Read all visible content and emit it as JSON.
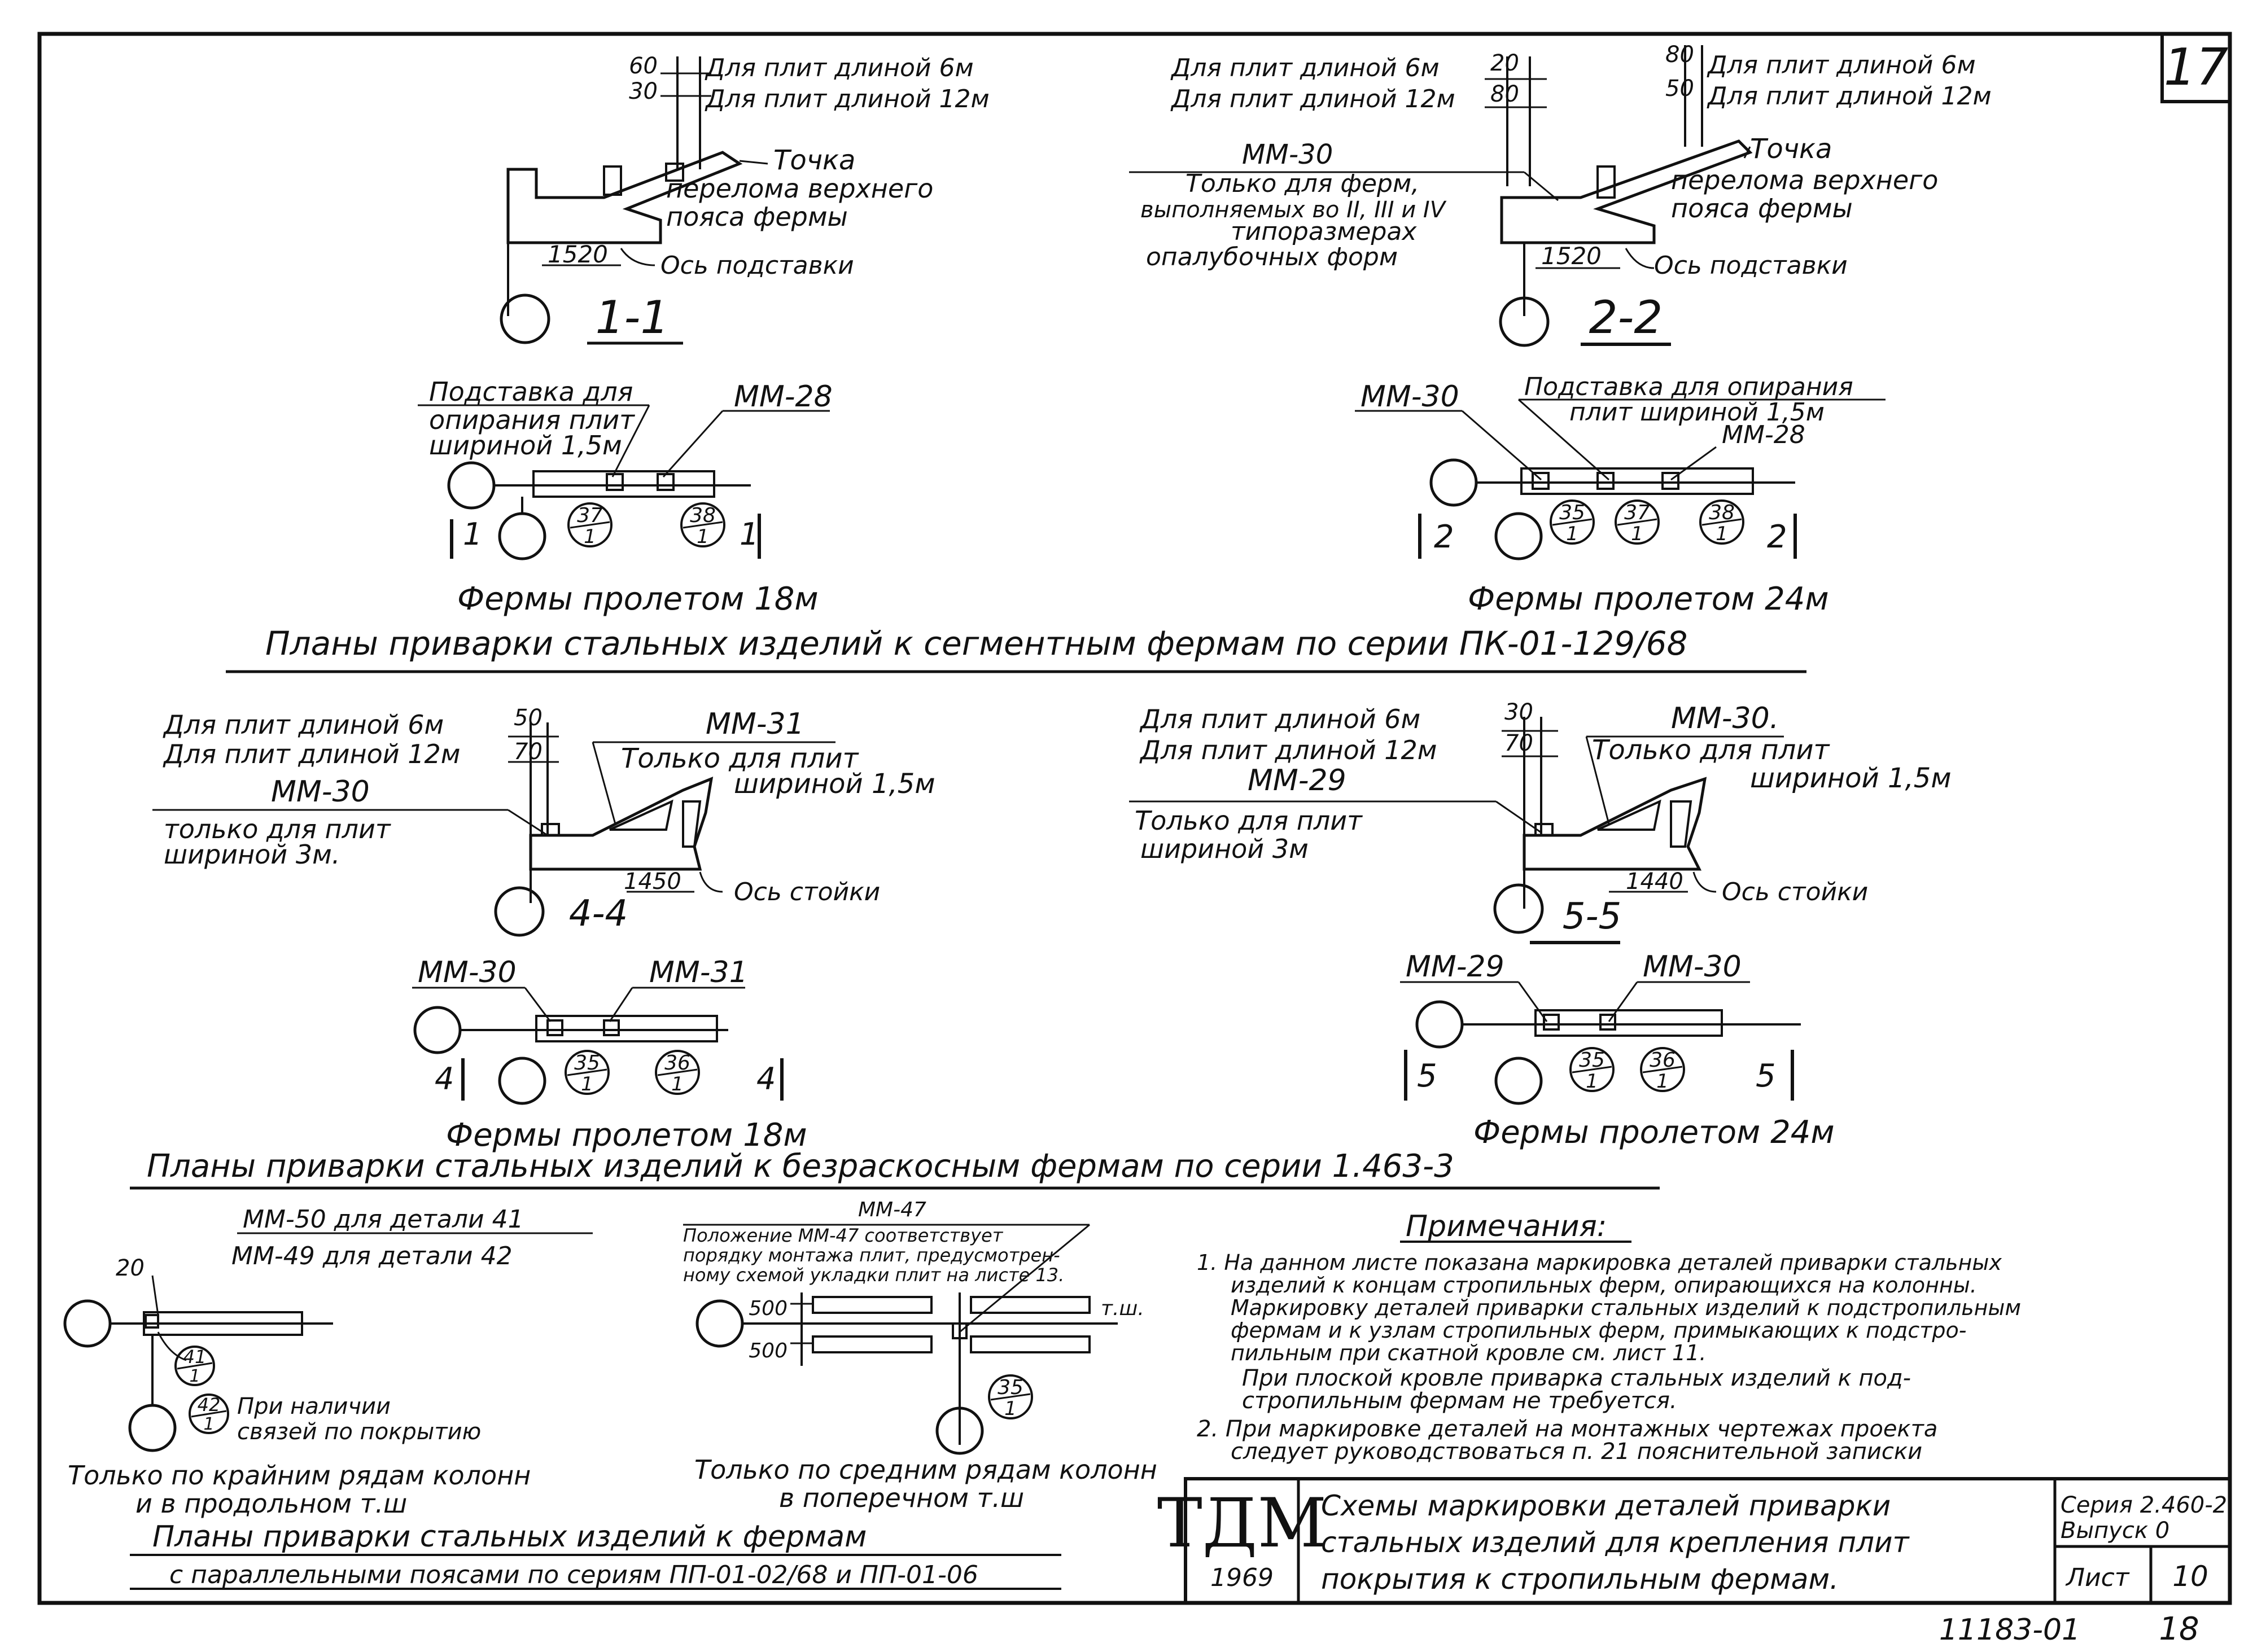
{
  "sheet_number": "17",
  "section_1_1": {
    "dim_60": "60",
    "dim_30": "30",
    "note_6m": "Для плит длиной 6м",
    "note_12m": "Для плит длиной 12м",
    "point_label": "Точка",
    "break_label_1": "перелома верхнего",
    "break_label_2": "пояса фермы",
    "dim_1520": "1520",
    "axis_label": "Ось подставки",
    "section_label": "1-1"
  },
  "section_2_2": {
    "note_6m": "Для плит длиной 6м",
    "note_12m": "Для плит длиной 12м",
    "dim_20": "20",
    "dim_80_left": "80",
    "dim_80": "80",
    "dim_50": "50",
    "note_6m_right": "Для плит длиной 6м",
    "note_12m_right": "Для плит длиной 12м",
    "mm30": "ММ-30",
    "only_1": "Только для ферм,",
    "only_2": "выполняемых во II, III и IV",
    "only_3": "типоразмерах",
    "only_4": "опалубочных форм",
    "point_label": "Точка",
    "break_label_1": "перелома верхнего",
    "break_label_2": "пояса фермы",
    "dim_1520": "1520",
    "axis_label": "Ось подставки",
    "section_label": "2-2"
  },
  "plan_18m_segment": {
    "support_1": "Подставка для",
    "support_2": "опирания плит",
    "support_3": "шириной 1,5м",
    "mm28": "ММ-28",
    "cut_left": "1",
    "cut_right": "1",
    "det_a_num": "37",
    "det_a_sheet": "1",
    "det_b_num": "38",
    "det_b_sheet": "1",
    "caption": "Фермы пролетом 18м"
  },
  "plan_24m_segment": {
    "mm30": "ММ-30",
    "support_1": "Подставка для опирания",
    "support_2": "плит шириной 1,5м",
    "mm28": "ММ-28",
    "cut_left": "2",
    "cut_right": "2",
    "det_a_num": "35",
    "det_a_sheet": "1",
    "det_b_num": "37",
    "det_b_sheet": "1",
    "det_c_num": "38",
    "det_c_sheet": "1",
    "caption": "Фермы пролетом 24м"
  },
  "group1_title": "Планы приварки стальных изделий к сегментным фермам по серии ПК-01-129/68",
  "section_4_4": {
    "note_6m": "Для плит длиной 6м",
    "note_12m": "Для плит длиной 12м",
    "dim_50": "50",
    "dim_70": "70",
    "mm31": "ММ-31",
    "only_15_1": "Только для плит",
    "only_15_2": "шириной 1,5м",
    "mm30": "ММ-30",
    "only_3_1": "только для плит",
    "only_3_2": "шириной 3м.",
    "dim_1450": "1450",
    "axis_label": "Ось стойки",
    "section_label": "4-4"
  },
  "section_5_5": {
    "note_6m": "Для плит длиной 6м",
    "note_12m": "Для плит длиной 12м",
    "dim_30": "30",
    "dim_70": "70",
    "mm30": "ММ-30.",
    "only_15_1": "Только для плит",
    "only_15_2": "шириной 1,5м",
    "mm29": "ММ-29",
    "only_3_1": "Только для плит",
    "only_3_2": "шириной 3м",
    "dim_1440": "1440",
    "axis_label": "Ось стойки",
    "section_label": "5-5"
  },
  "plan_18m_nodiag": {
    "mm30": "ММ-30",
    "mm31": "ММ-31",
    "cut_left": "4",
    "cut_right": "4",
    "det_a_num": "35",
    "det_a_sheet": "1",
    "det_b_num": "36",
    "det_b_sheet": "1",
    "caption": "Фермы пролетом 18м"
  },
  "plan_24m_nodiag": {
    "mm29": "ММ-29",
    "mm30": "ММ-30",
    "cut_left": "5",
    "cut_right": "5",
    "det_a_num": "35",
    "det_a_sheet": "1",
    "det_b_num": "36",
    "det_b_sheet": "1",
    "caption": "Фермы пролетом 24м"
  },
  "group2_title": "Планы приварки стальных изделий к безраскосным фермам по серии 1.463-3",
  "bottom_left": {
    "mm50": "ММ-50 для детали 41",
    "mm49": "ММ-49 для детали 42",
    "dim_20": "20",
    "det_41_num": "41",
    "det_41_sheet": "1",
    "det_42_num": "42",
    "det_42_sheet": "1",
    "presence_1": "При наличии",
    "presence_2": "связей по покрытию",
    "caption_1": "Только по крайним рядам колонн",
    "caption_2": "и в продольном т.ш"
  },
  "bottom_mid": {
    "mm47": "ММ-47",
    "pos_1": "Положение ММ-47 соответствует",
    "pos_2": "порядку монтажа плит, предусмотрен-",
    "pos_3": "ному схемой укладки плит на листе 13.",
    "dim_500_a": "500",
    "dim_500_b": "500",
    "tsh": "т.ш.",
    "det_num": "35",
    "det_sheet": "1",
    "caption_1": "Только по средним рядам колонн",
    "caption_2": "в поперечном т.ш"
  },
  "group3_title_1": "Планы приварки стальных изделий к фермам",
  "group3_title_2": "с параллельными поясами по сериям ПП-01-02/68 и ПП-01-06",
  "notes": {
    "heading": "Примечания:",
    "n1_1": "1. На данном листе показана маркировка деталей приварки стальных",
    "n1_2": "изделий к концам стропильных ферм, опирающихся на колонны.",
    "n1_3": "Маркировку деталей приварки стальных изделий к подстропильным",
    "n1_4": "фермам и к узлам стропильных ферм, примыкающих к подстро-",
    "n1_5": "пильным при скатной кровле см. лист 11.",
    "n1_6": "При плоской кровле приварка стальных изделий к под-",
    "n1_7": "стропильным фермам не требуется.",
    "n2_1": "2. При маркировке деталей на монтажных чертежах проекта",
    "n2_2": "следует руководствоваться п. 21 пояснительной записки"
  },
  "title_block": {
    "org": "ТДМ",
    "year": "1969",
    "desc_1": "Схемы маркировки деталей приварки",
    "desc_2": "стальных изделий для крепления плит",
    "desc_3": "покрытия к стропильным фермам.",
    "series_1": "Серия 2.460-2",
    "series_2": "Выпуск 0",
    "sheet_label": "Лист",
    "sheet_value": "10"
  },
  "archive_number": "11183-01",
  "page_number": "18"
}
